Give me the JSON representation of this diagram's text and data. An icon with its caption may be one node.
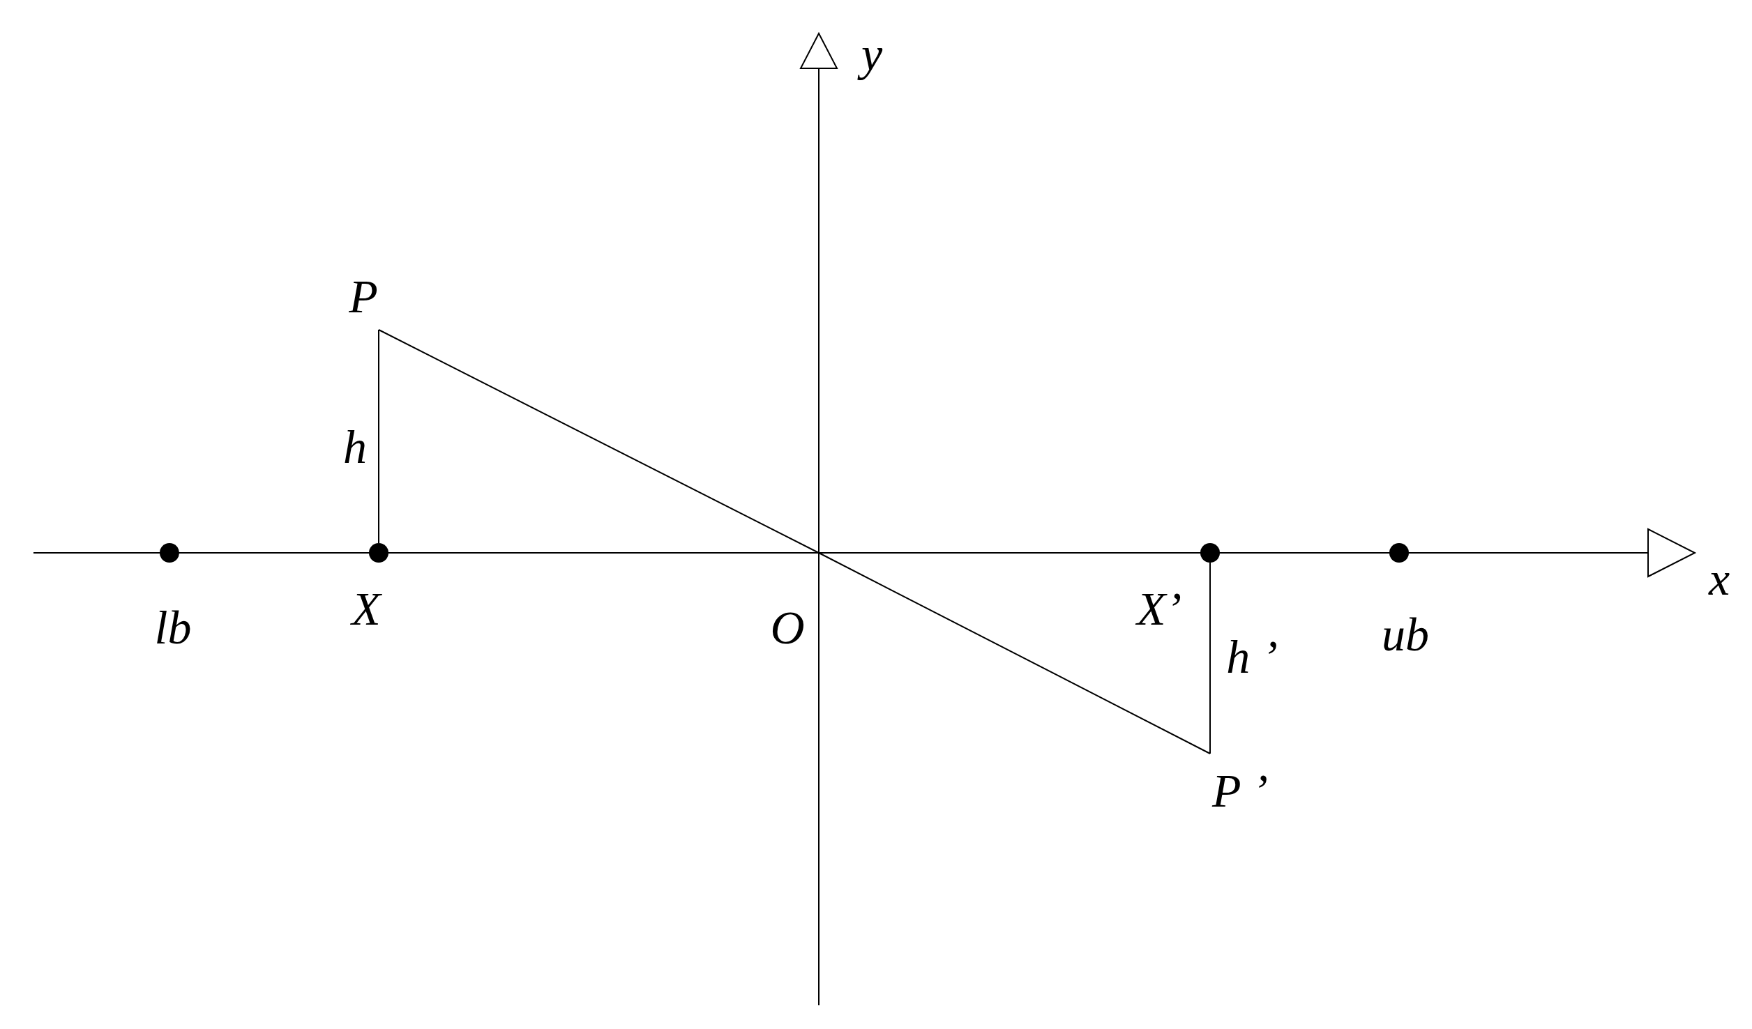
{
  "diagram": {
    "nodes": [
      {
        "text": [
          "P"
        ]
      },
      {
        "text": [
          "lb"
        ]
      },
      {
        "text": [
          "X"
        ]
      },
      {
        "text": [
          "O"
        ]
      },
      {
        "text": [
          "X’"
        ]
      },
      {
        "text": [
          "ub"
        ]
      },
      {
        "text": [
          "P ’"
        ]
      }
    ],
    "edges": [
      {
        "from": 0,
        "to": 2,
        "arrow": "none"
      },
      {
        "from": 0,
        "to": 3,
        "arrow": "none"
      },
      {
        "from": 3,
        "to": 6,
        "arrow": "none"
      },
      {
        "from": 4,
        "to": 6,
        "arrow": "none"
      }
    ],
    "labels": [
      "y",
      "h",
      "x",
      "h ’"
    ]
  }
}
